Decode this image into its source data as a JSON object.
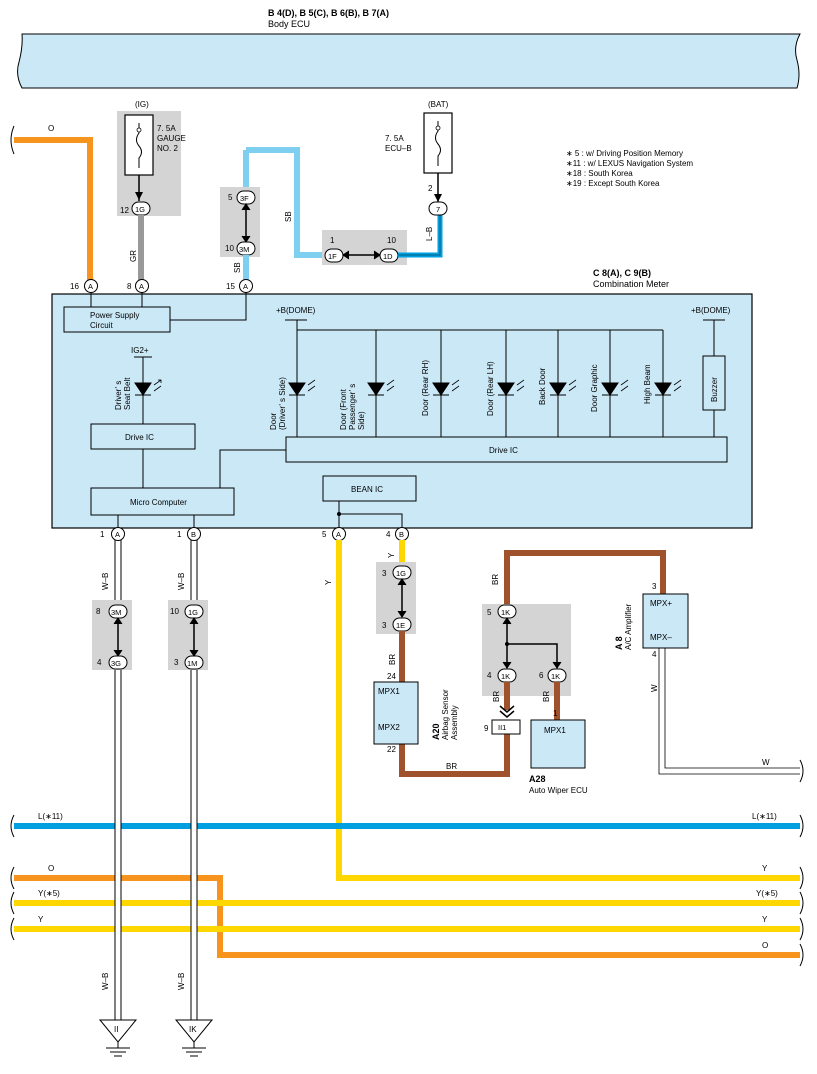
{
  "body_ecu": {
    "code": "B 4(D), B 5(C), B 6(B), B 7(A)",
    "name": "Body ECU"
  },
  "combo_meter": {
    "code": "C 8(A), C 9(B)",
    "name": "Combination Meter"
  },
  "fuse_ig": {
    "source": "(IG)",
    "rating": "7. 5A",
    "name1": "GAUGE",
    "name2": "NO. 2",
    "pin": "12",
    "conn": "1G"
  },
  "fuse_bat": {
    "source": "(BAT)",
    "rating": "7. 5A",
    "name": "ECU–B",
    "pin": "2",
    "conn": "7"
  },
  "notes": [
    "∗ 5 : w/ Driving Position Memory",
    "∗11 : w/ LEXUS Navigation System",
    "∗18 : South Korea",
    "∗19 : Except South Korea"
  ],
  "junctions": {
    "j3f": {
      "pin": "5",
      "conn": "3F"
    },
    "j3m": {
      "pin": "10",
      "conn": "3M"
    },
    "j1f": {
      "pin": "1",
      "conn": "1F"
    },
    "j1d": {
      "pin": "10",
      "conn": "1D"
    },
    "j3m2": {
      "pin": "8",
      "conn": "3M"
    },
    "j3g": {
      "pin": "4",
      "conn": "3G"
    },
    "j1g2": {
      "pin": "10",
      "conn": "1G"
    },
    "j1m": {
      "pin": "3",
      "conn": "1M"
    },
    "j1g3": {
      "pin": "3",
      "conn": "1G"
    },
    "j1e": {
      "pin": "3",
      "conn": "1E"
    },
    "j1k_top": {
      "pin": "5",
      "conn": "1K"
    },
    "j1k_l": {
      "pin": "4",
      "conn": "1K"
    },
    "j1k_r": {
      "pin": "6",
      "conn": "1K"
    },
    "ii1": {
      "pin": "9",
      "conn": "II1"
    }
  },
  "meter_pins": {
    "p16": {
      "pin": "16",
      "conn": "A"
    },
    "p8": {
      "pin": "8",
      "conn": "A"
    },
    "p15": {
      "pin": "15",
      "conn": "A"
    },
    "p1a": {
      "pin": "1",
      "conn": "A"
    },
    "p1b": {
      "pin": "1",
      "conn": "B"
    },
    "p5a": {
      "pin": "5",
      "conn": "A"
    },
    "p4b": {
      "pin": "4",
      "conn": "B"
    }
  },
  "wires": {
    "o": "O",
    "gr": "GR",
    "sb": "SB",
    "lb": "L–B",
    "wb": "W–B",
    "y": "Y",
    "br": "BR",
    "w": "W"
  },
  "meter_internal": {
    "power_supply_1": "Power Supply",
    "power_supply_2": "Circuit",
    "ig2": "IG2+",
    "b_dome_1": "+B(DOME)",
    "b_dome_2": "+B(DOME)",
    "drivers_seat_belt": [
      "Driver’ s",
      "Seat Belt"
    ],
    "drive_ic_1": "Drive IC",
    "drive_ic_2": "Drive IC",
    "micro_computer": "Micro Computer",
    "bean_ic": "BEAN IC",
    "buzzer": "Buzzer",
    "led_labels": [
      [
        "Door",
        "(Driver’ s Side)"
      ],
      [
        "Door (Front",
        "Passenger’ s",
        "Side)"
      ],
      [
        "Door (Rear RH)"
      ],
      [
        "Door (Rear LH)"
      ],
      [
        "Back Door"
      ],
      [
        "Door Graphic"
      ],
      [
        "High Beam"
      ]
    ]
  },
  "airbag": {
    "code": "A20",
    "name1": "Airbag Sensor",
    "name2": "Assembly",
    "mpx1": "MPX1",
    "mpx2": "MPX2",
    "pin_top": "24",
    "pin_bot": "22"
  },
  "wiper": {
    "code": "A28",
    "name": "Auto Wiper ECU",
    "mpx1": "MPX1",
    "pin": "1"
  },
  "ac_amp": {
    "code": "A 8",
    "name": "A/C Amplifier",
    "mpx_plus": "MPX+",
    "mpx_minus": "MPX–",
    "pin_top": "3",
    "pin_bot": "4"
  },
  "bus_lines": {
    "l11": "L(∗11)",
    "y_right": "Y",
    "o_left": "O",
    "y5": "Y(∗5)",
    "y": "Y",
    "o_right": "O"
  },
  "grounds": {
    "ii": "II",
    "ik": "IK"
  },
  "colors": {
    "sky": "#cbe8f7",
    "blue": "#00a0e0",
    "lightblue": "#7fd0f0",
    "orange": "#f7941d",
    "yellow": "#ffd700",
    "brown": "#a0522d",
    "gray": "#999999",
    "connbox": "#d4d4d4"
  }
}
